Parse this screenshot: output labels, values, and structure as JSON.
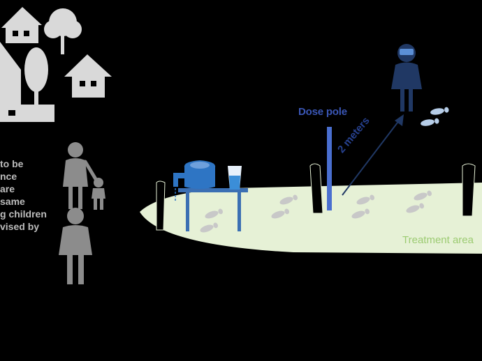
{
  "left_note": {
    "lines": [
      "to be",
      "nce",
      "are",
      "same",
      "g children",
      "vised by"
    ]
  },
  "dose_pole_label": "Dose pole",
  "distance_label": "2 meters",
  "treatment_area_label": "Treatment area",
  "colors": {
    "background": "#000000",
    "treatment_area": "#e6f1d6",
    "treatment_text": "#9ccb72",
    "icon_gray": "#d9d9d9",
    "person_gray": "#8c8c8c",
    "pole_blue": "#4a6fd0",
    "table_blue": "#3b6fb3",
    "nurse_navy": "#203864",
    "footprint_gray": "#c8c8c8",
    "footprint_light_blue": "#b6cde8"
  },
  "icons": [
    "houses-trees-icon",
    "family-icon",
    "water-tank-icon",
    "drinking-cup-icon",
    "health-worker-icon",
    "footprint-icon"
  ]
}
